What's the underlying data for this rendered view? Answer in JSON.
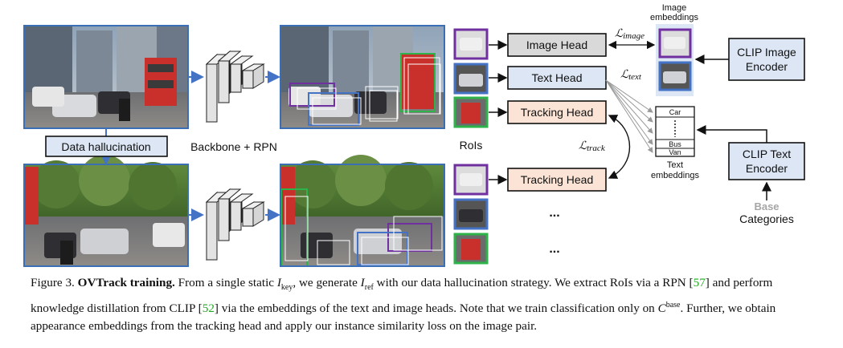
{
  "diagram": {
    "labels": {
      "data_hallucination": "Data hallucination",
      "backbone_rpn": "Backbone + RPN",
      "rois": "RoIs",
      "image_head": "Image Head",
      "text_head": "Text Head",
      "tracking_head_key": "Tracking Head",
      "tracking_head_ref": "Tracking Head",
      "ellipsis_1": "...",
      "ellipsis_2": "...",
      "image_embeddings_line1": "Image",
      "image_embeddings_line2": "embeddings",
      "text_embeddings_line1": "Text",
      "text_embeddings_line2": "embeddings",
      "clip_image_encoder_line1": "CLIP Image",
      "clip_image_encoder_line2": "Encoder",
      "clip_text_encoder_line1": "CLIP Text",
      "clip_text_encoder_line2": "Encoder",
      "base": "Base",
      "categories": "Categories",
      "loss_image_symbol": "ℒ",
      "loss_image_sub": "image",
      "loss_text_symbol": "ℒ",
      "loss_text_sub": "text",
      "loss_track_symbol": "ℒ",
      "loss_track_sub": "track"
    },
    "text_embedding_items": [
      "Car",
      "Bus",
      "Van"
    ],
    "colors": {
      "box_border_blue": "#3a6fb5",
      "image_head_fill": "#d9d9d9",
      "text_head_fill": "#dce6f4",
      "tracking_head_fill": "#fbe4d5",
      "clip_fill": "#dce6f4",
      "purple": "#7030a0",
      "green": "#2db34a",
      "blue": "#4472c4",
      "base_gray": "#a6a6a6"
    }
  },
  "caption": {
    "figure_label": "Figure 3.",
    "title": "OVTrack training.",
    "t1": " From a single static ",
    "ikey_I": "I",
    "ikey_sub": "key",
    "t2": ", we generate ",
    "iref_I": "I",
    "iref_sub": "ref",
    "t3": " with our data hallucination strategy. We extract RoIs via a RPN [",
    "ref57": "57",
    "t4": "] and perform knowledge distillation from CLIP [",
    "ref52": "52",
    "t5": "] via the embeddings of the text and image heads. Note that we train classification only on ",
    "cbase_C": "C",
    "cbase_sup": "base",
    "t6": ". Further, we obtain appearance embeddings from the tracking head and apply our instance similarity loss on the image pair."
  }
}
